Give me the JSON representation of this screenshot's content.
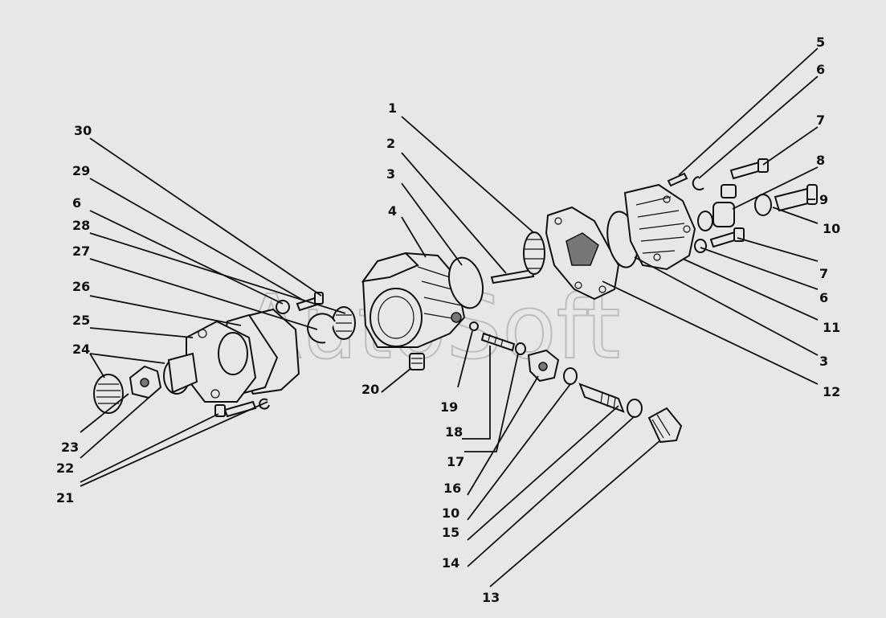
{
  "watermark": "AutoSoft",
  "callouts": [
    {
      "id": "c1",
      "text": "1"
    },
    {
      "id": "c2",
      "text": "2"
    },
    {
      "id": "c3a",
      "text": "3"
    },
    {
      "id": "c4",
      "text": "4"
    },
    {
      "id": "c5",
      "text": "5"
    },
    {
      "id": "c6a",
      "text": "6"
    },
    {
      "id": "c7a",
      "text": "7"
    },
    {
      "id": "c8",
      "text": "8"
    },
    {
      "id": "c9",
      "text": "9"
    },
    {
      "id": "c10a",
      "text": "10"
    },
    {
      "id": "c7b",
      "text": "7"
    },
    {
      "id": "c6b",
      "text": "6"
    },
    {
      "id": "c11",
      "text": "11"
    },
    {
      "id": "c3b",
      "text": "3"
    },
    {
      "id": "c12",
      "text": "12"
    },
    {
      "id": "c30",
      "text": "30"
    },
    {
      "id": "c29",
      "text": "29"
    },
    {
      "id": "c6c",
      "text": "6"
    },
    {
      "id": "c28",
      "text": "28"
    },
    {
      "id": "c27",
      "text": "27"
    },
    {
      "id": "c26",
      "text": "26"
    },
    {
      "id": "c25",
      "text": "25"
    },
    {
      "id": "c24",
      "text": "24"
    },
    {
      "id": "c23",
      "text": "23"
    },
    {
      "id": "c22",
      "text": "22"
    },
    {
      "id": "c21",
      "text": "21"
    },
    {
      "id": "c20",
      "text": "20"
    },
    {
      "id": "c19",
      "text": "19"
    },
    {
      "id": "c18",
      "text": "18"
    },
    {
      "id": "c17",
      "text": "17"
    },
    {
      "id": "c16",
      "text": "16"
    },
    {
      "id": "c10b",
      "text": "10"
    },
    {
      "id": "c15",
      "text": "15"
    },
    {
      "id": "c14",
      "text": "14"
    },
    {
      "id": "c13",
      "text": "13"
    }
  ]
}
